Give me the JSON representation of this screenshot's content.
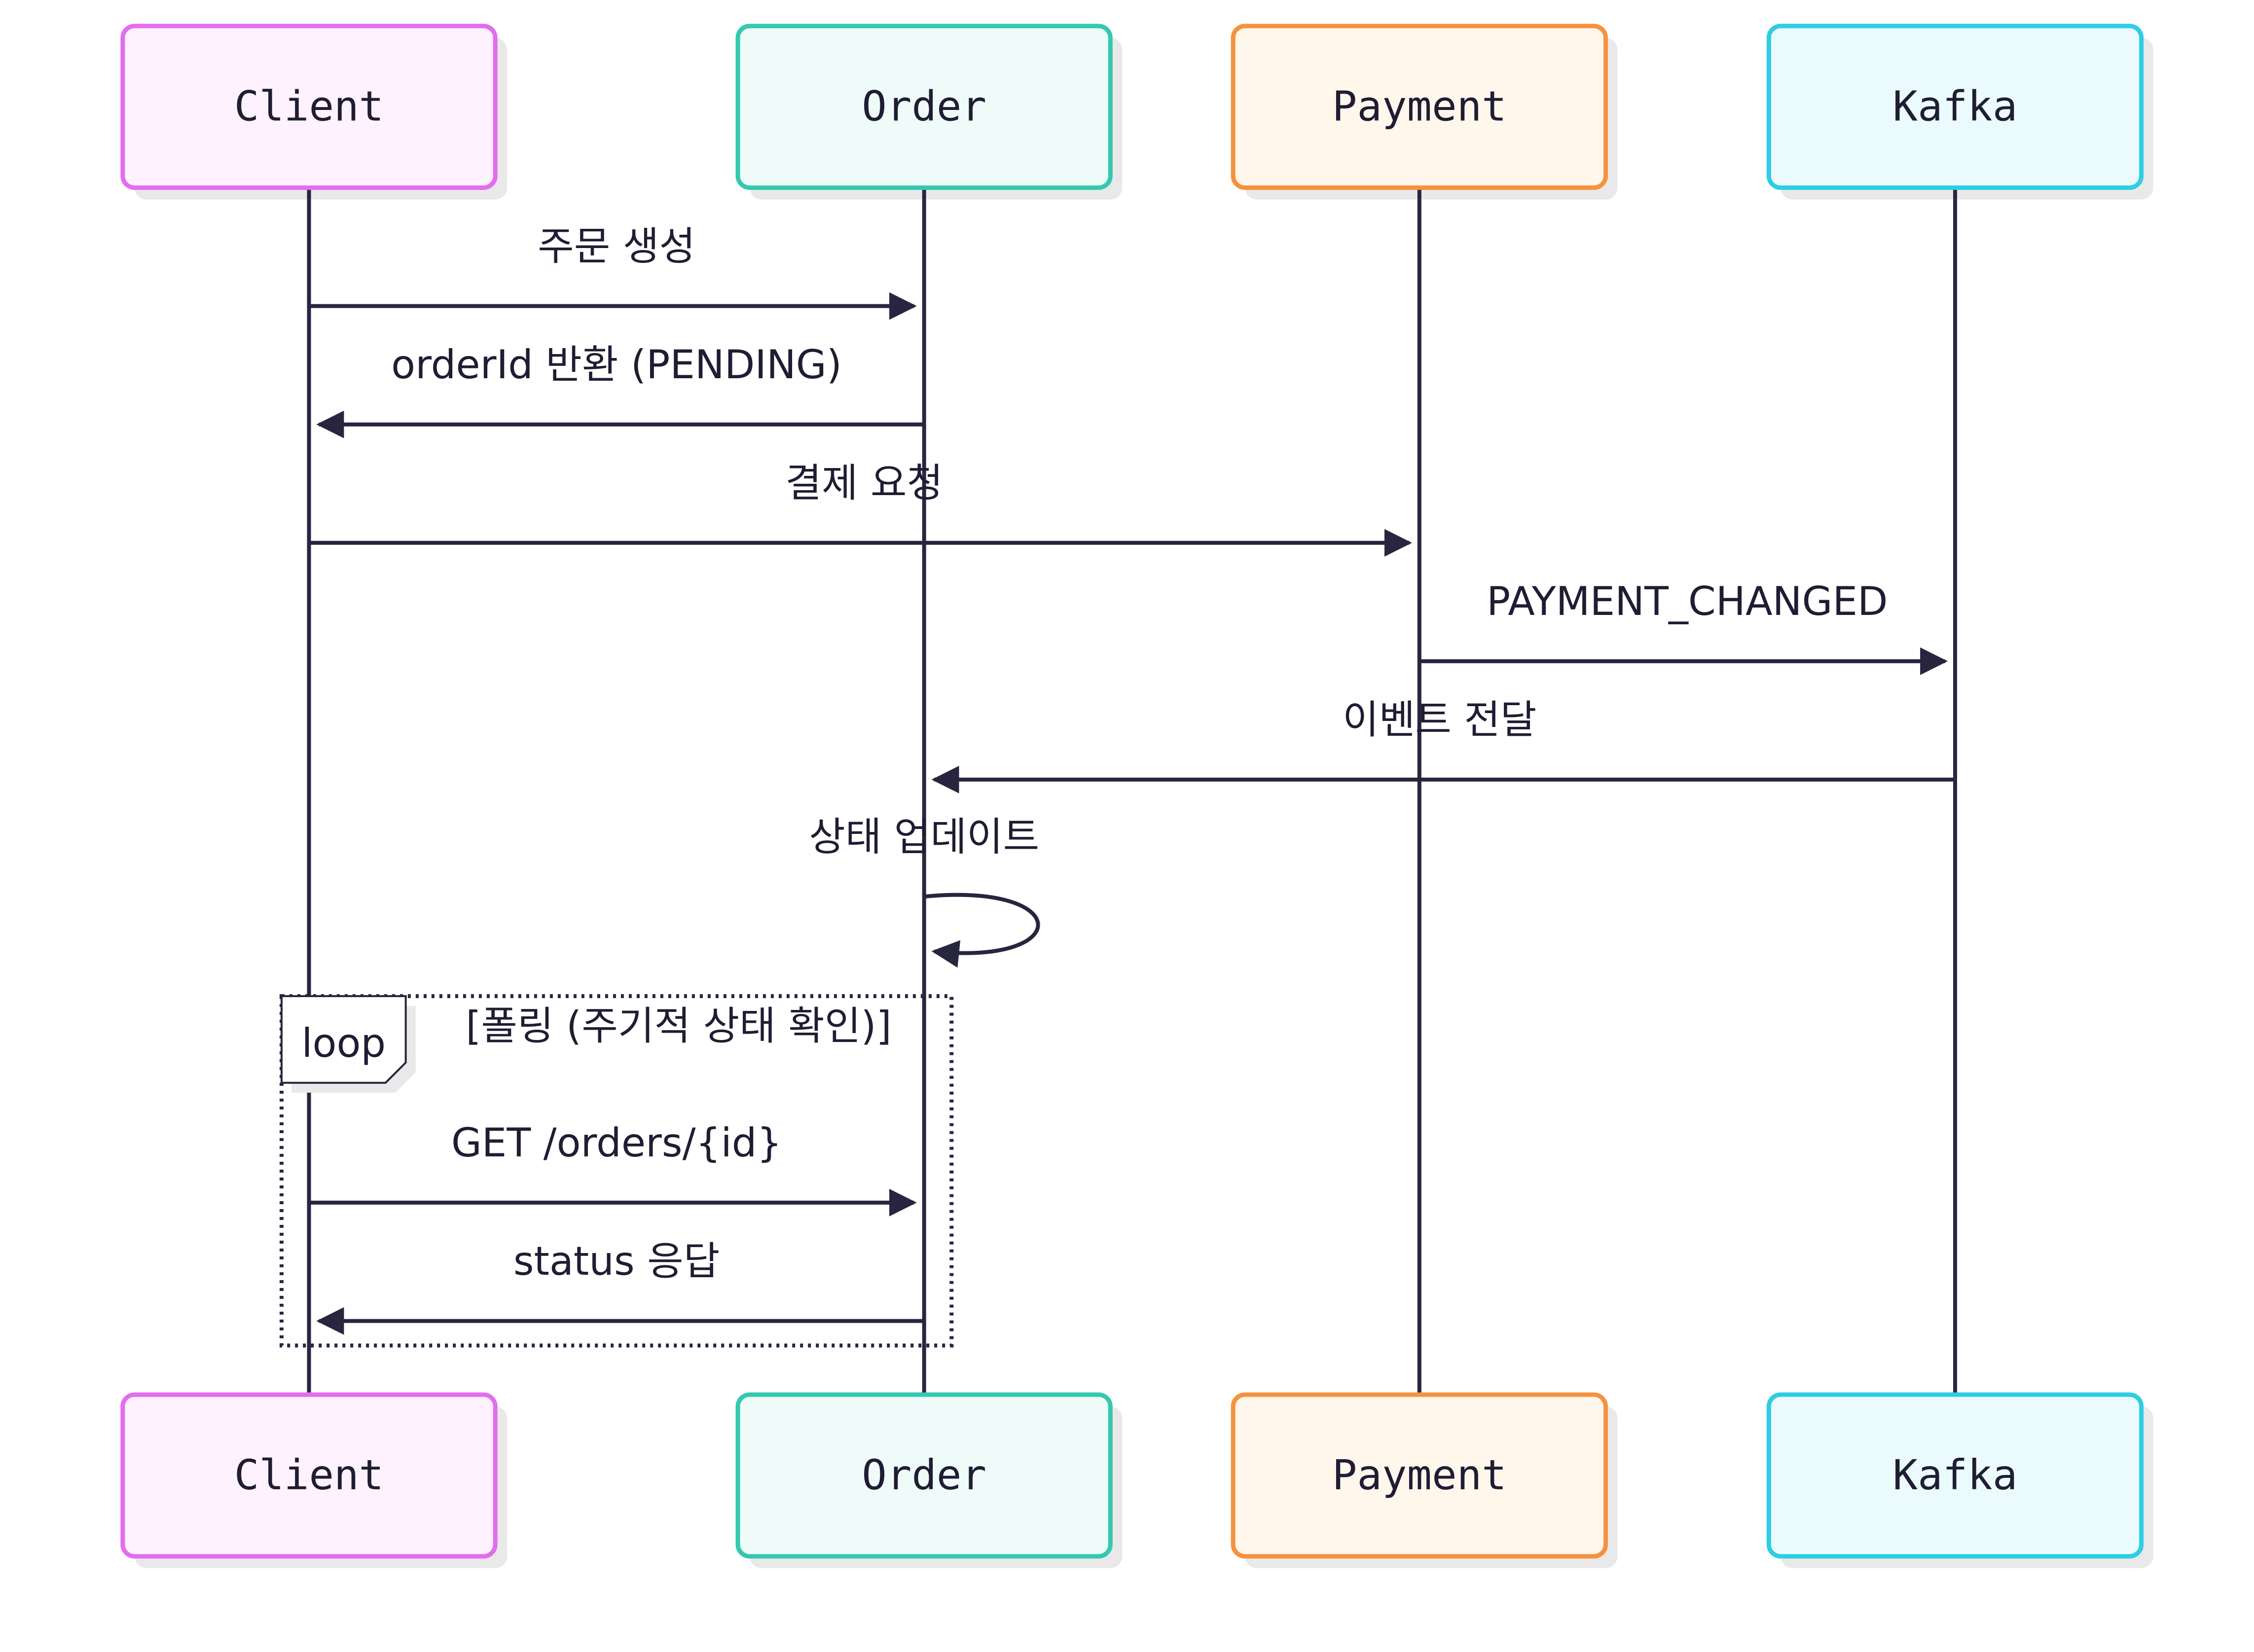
{
  "participants": [
    {
      "id": "client",
      "label": "Client",
      "border": "#e46cf0",
      "fill": "#fdf2fd"
    },
    {
      "id": "order",
      "label": "Order",
      "border": "#33c9b0",
      "fill": "#eefbf8"
    },
    {
      "id": "payment",
      "label": "Payment",
      "border": "#f5923e",
      "fill": "#fff6ec"
    },
    {
      "id": "kafka",
      "label": "Kafka",
      "border": "#2ecde3",
      "fill": "#ebfbfd"
    }
  ],
  "messages": [
    {
      "from": "client",
      "to": "order",
      "label": "주문 생성",
      "kind": "sync"
    },
    {
      "from": "order",
      "to": "client",
      "label": "orderId 반환 (PENDING)",
      "kind": "sync"
    },
    {
      "from": "client",
      "to": "payment",
      "label": "결제 요청",
      "kind": "sync"
    },
    {
      "from": "payment",
      "to": "kafka",
      "label": "PAYMENT_CHANGED",
      "kind": "sync"
    },
    {
      "from": "kafka",
      "to": "order",
      "label": "이벤트 전달",
      "kind": "sync"
    },
    {
      "from": "order",
      "to": "order",
      "label": "상태 업데이트",
      "kind": "self"
    },
    {
      "from": "client",
      "to": "order",
      "label": "GET /orders/{id}",
      "kind": "sync"
    },
    {
      "from": "order",
      "to": "client",
      "label": "status 응답",
      "kind": "sync"
    }
  ],
  "loop": {
    "tag": "loop",
    "condition": "[폴링 (주기적 상태 확인)]",
    "first_message": 6,
    "last_message": 7
  },
  "colors": {
    "line": "#28253f",
    "text": "#1f1d33",
    "shadow": "#e9e9e9"
  }
}
